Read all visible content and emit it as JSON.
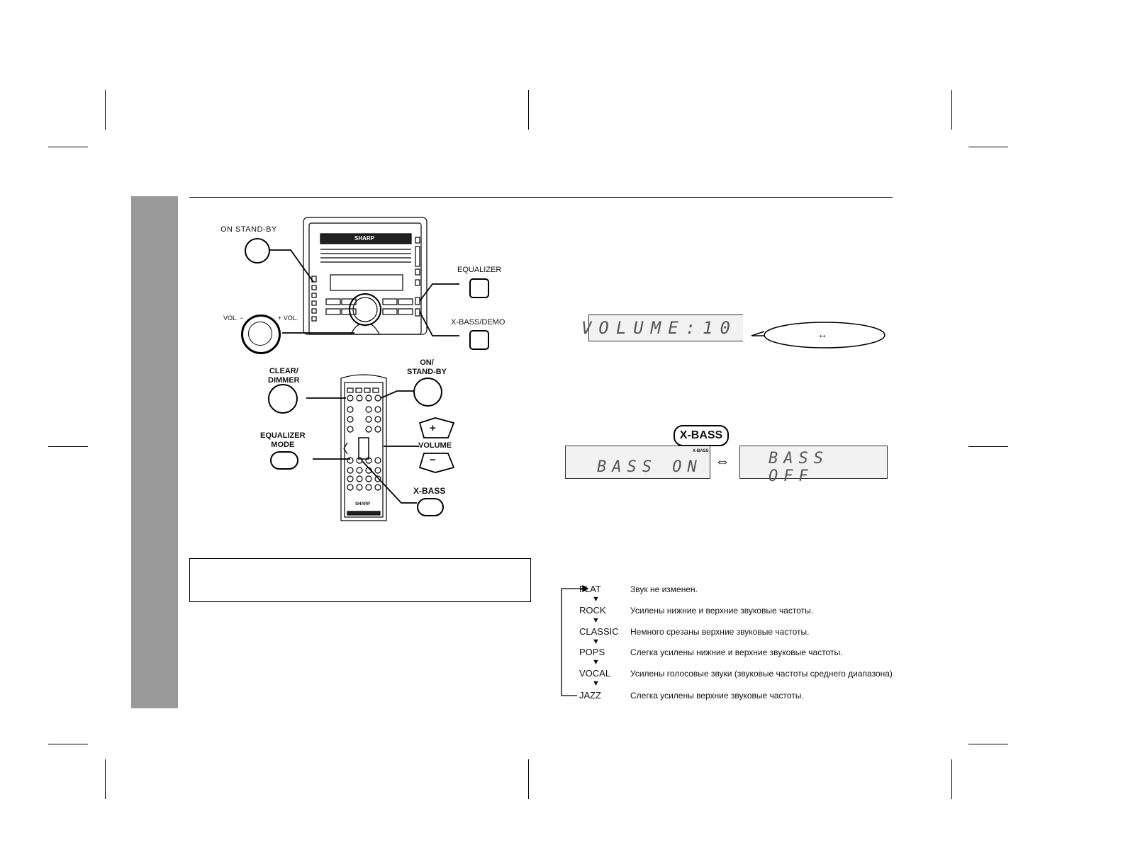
{
  "main_unit": {
    "brand": "SHARP",
    "on_standby_label": "ON  STAND-BY",
    "equalizer_label": "EQUALIZER",
    "xbass_demo_label": "X-BASS/DEMO",
    "vol_minus_label": "VOL. −",
    "vol_plus_label": "+ VOL."
  },
  "remote": {
    "brand": "SHARP",
    "clear_dimmer_label": "CLEAR/\nDIMMER",
    "on_standby_label": "ON/\nSTAND-BY",
    "equalizer_mode_label": "EQUALIZER\nMODE",
    "volume_label": "VOLUME",
    "volume_plus": "+",
    "volume_minus": "−",
    "xbass_label": "X-BASS"
  },
  "volume_display": {
    "text": "VOLUME:10",
    "balloon_text": "↔"
  },
  "xbass_display": {
    "badge": "X-BASS",
    "indicator": "X-BASS",
    "on_text": "BASS ON",
    "off_text": "BASS OFF",
    "toggle_symbol": "⇔"
  },
  "equalizer_modes": [
    {
      "name": "FLAT",
      "description": "Звук не изменен."
    },
    {
      "name": "ROCK",
      "description": "Усилены нижние и верхние звуковые частоты."
    },
    {
      "name": "CLASSIC",
      "description": "Немного срезаны верхние звуковые частоты."
    },
    {
      "name": "POPS",
      "description": "Слегка усилены нижние и верхние звуковые частоты."
    },
    {
      "name": "VOCAL",
      "description": "Усилены голосовые звуки (звуковые частоты среднего диапазона)"
    },
    {
      "name": "JAZZ",
      "description": "Слегка усилены верхние звуковые частоты."
    }
  ],
  "colors": {
    "sidebar": "#9a9a9a",
    "lcd_background": "#f2f2f2"
  }
}
